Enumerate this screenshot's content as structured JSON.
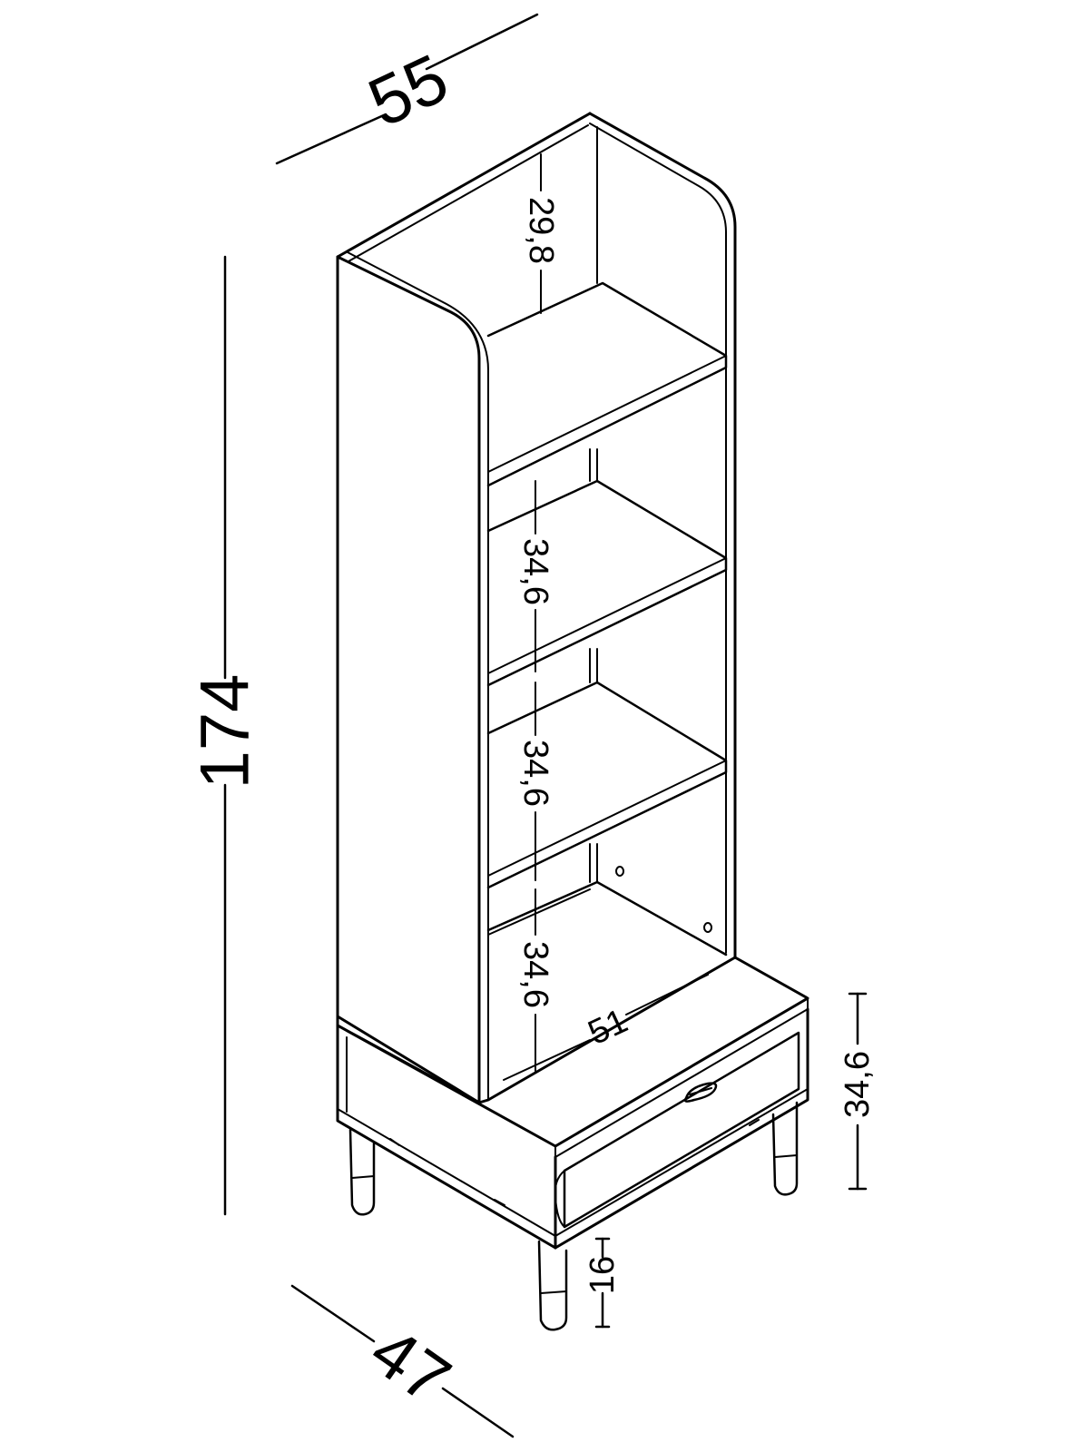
{
  "dimensions": {
    "width": "55",
    "depth": "47",
    "height": "174",
    "top_shelf_height": "29,8",
    "shelf_2_height": "34,6",
    "shelf_3_height": "34,6",
    "shelf_4_height": "34,6",
    "inner_depth": "51",
    "base_height": "34,6",
    "leg_height": "16"
  }
}
